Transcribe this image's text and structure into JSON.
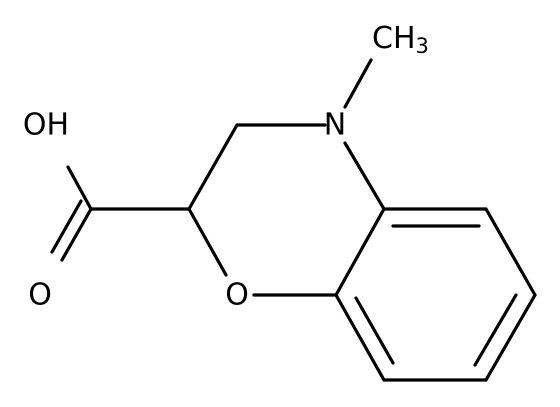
{
  "structure": {
    "atoms": {
      "methyl": {
        "element": "CH",
        "subscript": "3"
      },
      "nitrogen": {
        "element": "N"
      },
      "ring_oxygen": {
        "element": "O"
      },
      "hydroxyl": {
        "element": "OH"
      },
      "carbonyl_oxygen": {
        "element": "O"
      }
    }
  }
}
